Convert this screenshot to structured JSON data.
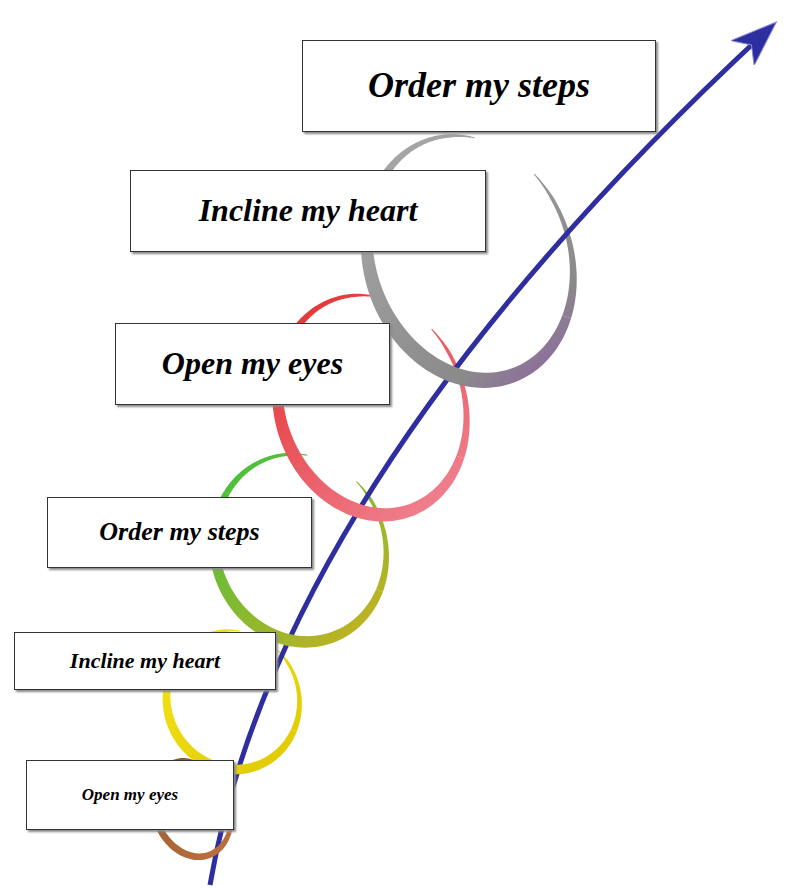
{
  "diagram": {
    "nodes": [
      {
        "text": [
          "Order my steps"
        ]
      },
      {
        "text": [
          "Incline my heart"
        ]
      },
      {
        "text": [
          "Open my eyes"
        ]
      },
      {
        "text": [
          "Order my steps"
        ]
      },
      {
        "text": [
          "Incline my heart"
        ]
      },
      {
        "text": [
          "Open my eyes"
        ]
      }
    ]
  }
}
